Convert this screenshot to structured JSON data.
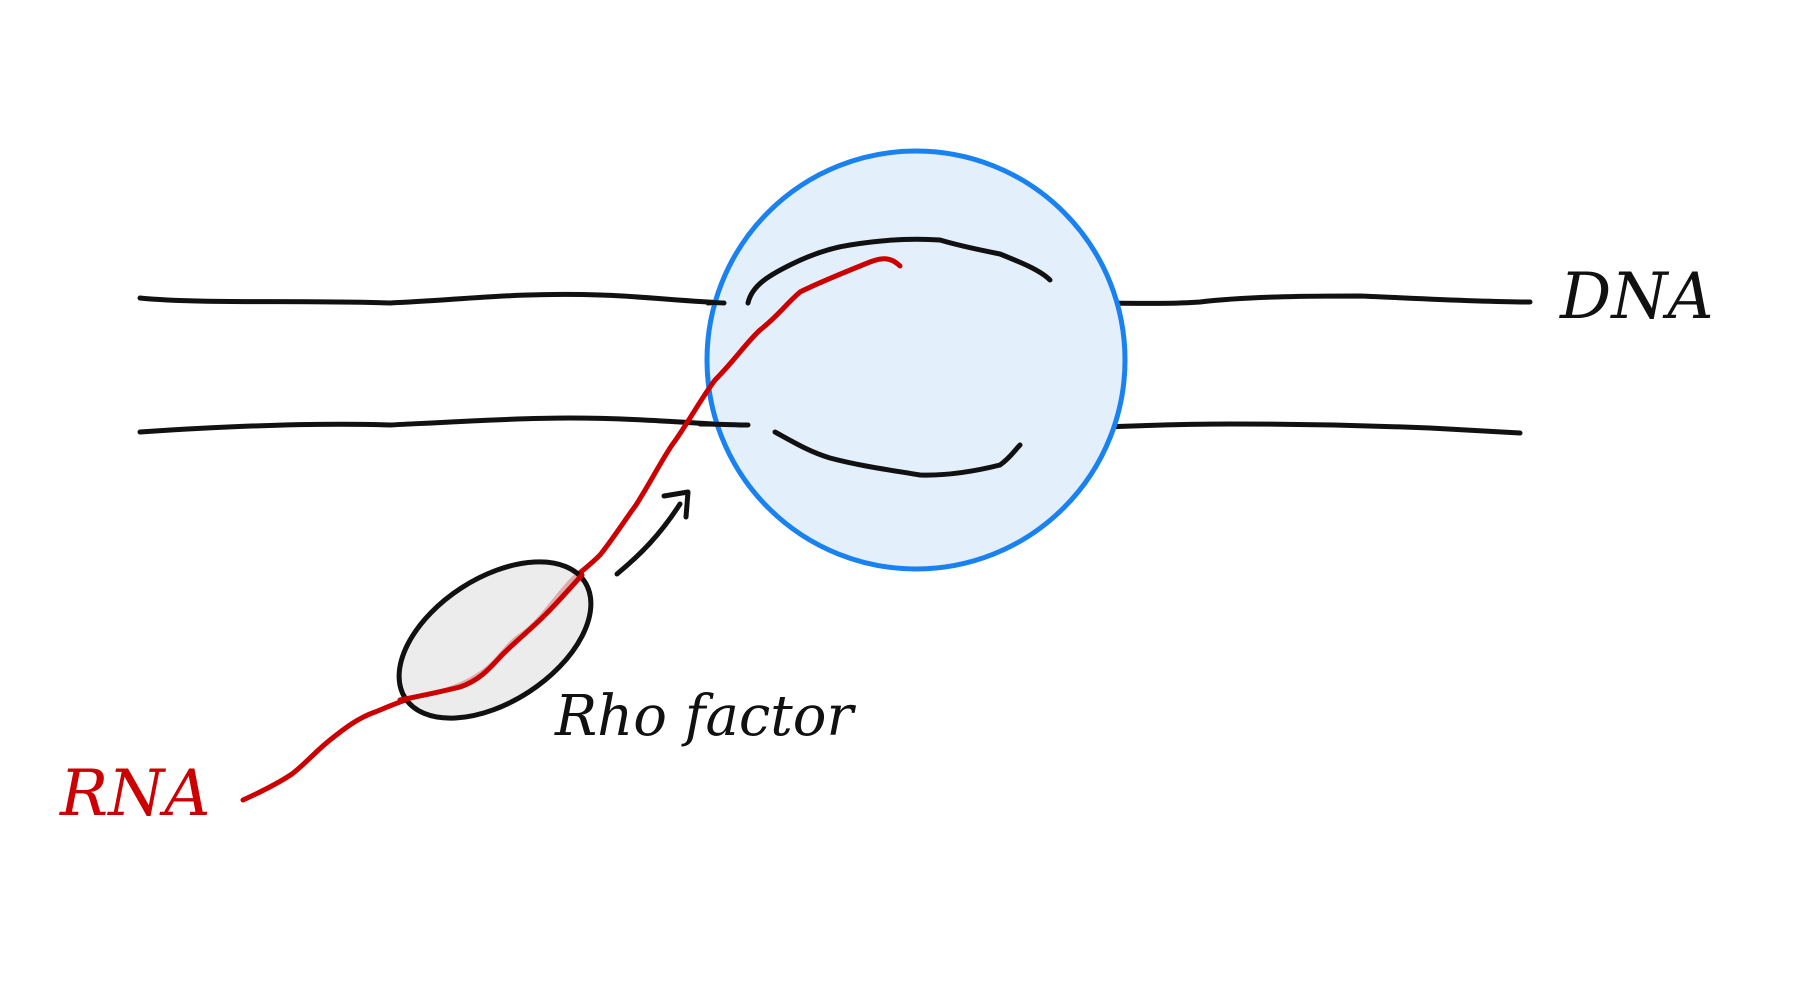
{
  "diagram": {
    "labels": {
      "dna": "DNA",
      "rna": "RNA",
      "rho_factor": "Rho factor"
    },
    "colors": {
      "dna_strand": "#111111",
      "rna_strand": "#cc0000",
      "polymerase_stroke": "#1a82f0",
      "polymerase_fill": "#e4effc",
      "rho_stroke": "#111111",
      "rho_fill": "#e6e6e6",
      "arrow": "#111111"
    }
  }
}
